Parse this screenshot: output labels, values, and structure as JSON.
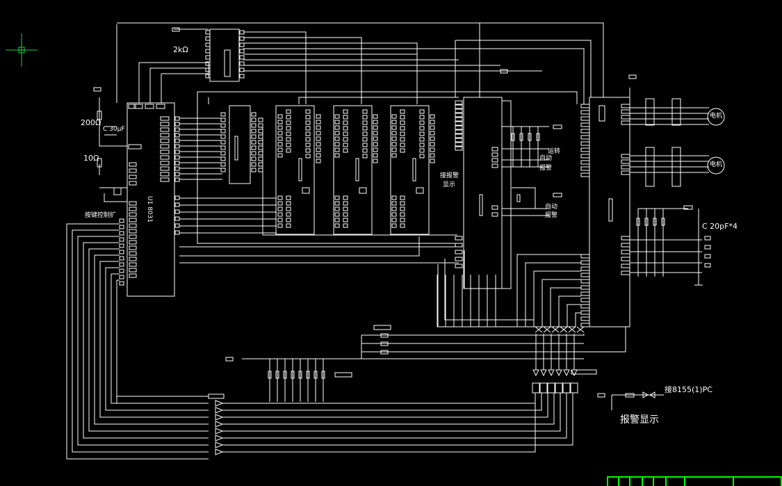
{
  "labels": {
    "res_2k": "2kΩ",
    "res_200": "200Ω",
    "cap_30": "C 30μF",
    "res_10": "10Ω",
    "key_decode": "按键控制扩",
    "chip_8031": "U1 8031",
    "alarm_display_top": "接报警",
    "alarm_display_bottom": "显示",
    "motor_status_1": "运转",
    "motor_status_2": "自动",
    "motor_status_3": "报警",
    "auto_1": "自动",
    "auto_2": "报警",
    "cap_note": "C 20pF*4",
    "connect_8155": "接8155(1)PC",
    "alarm_title": "报警显示",
    "motor_1": "电机",
    "motor_2": "电机"
  },
  "colors": {
    "wire": "#ffffff",
    "crosshair": "#2ecc40",
    "frame": "#00ff00",
    "background": "#000000"
  }
}
